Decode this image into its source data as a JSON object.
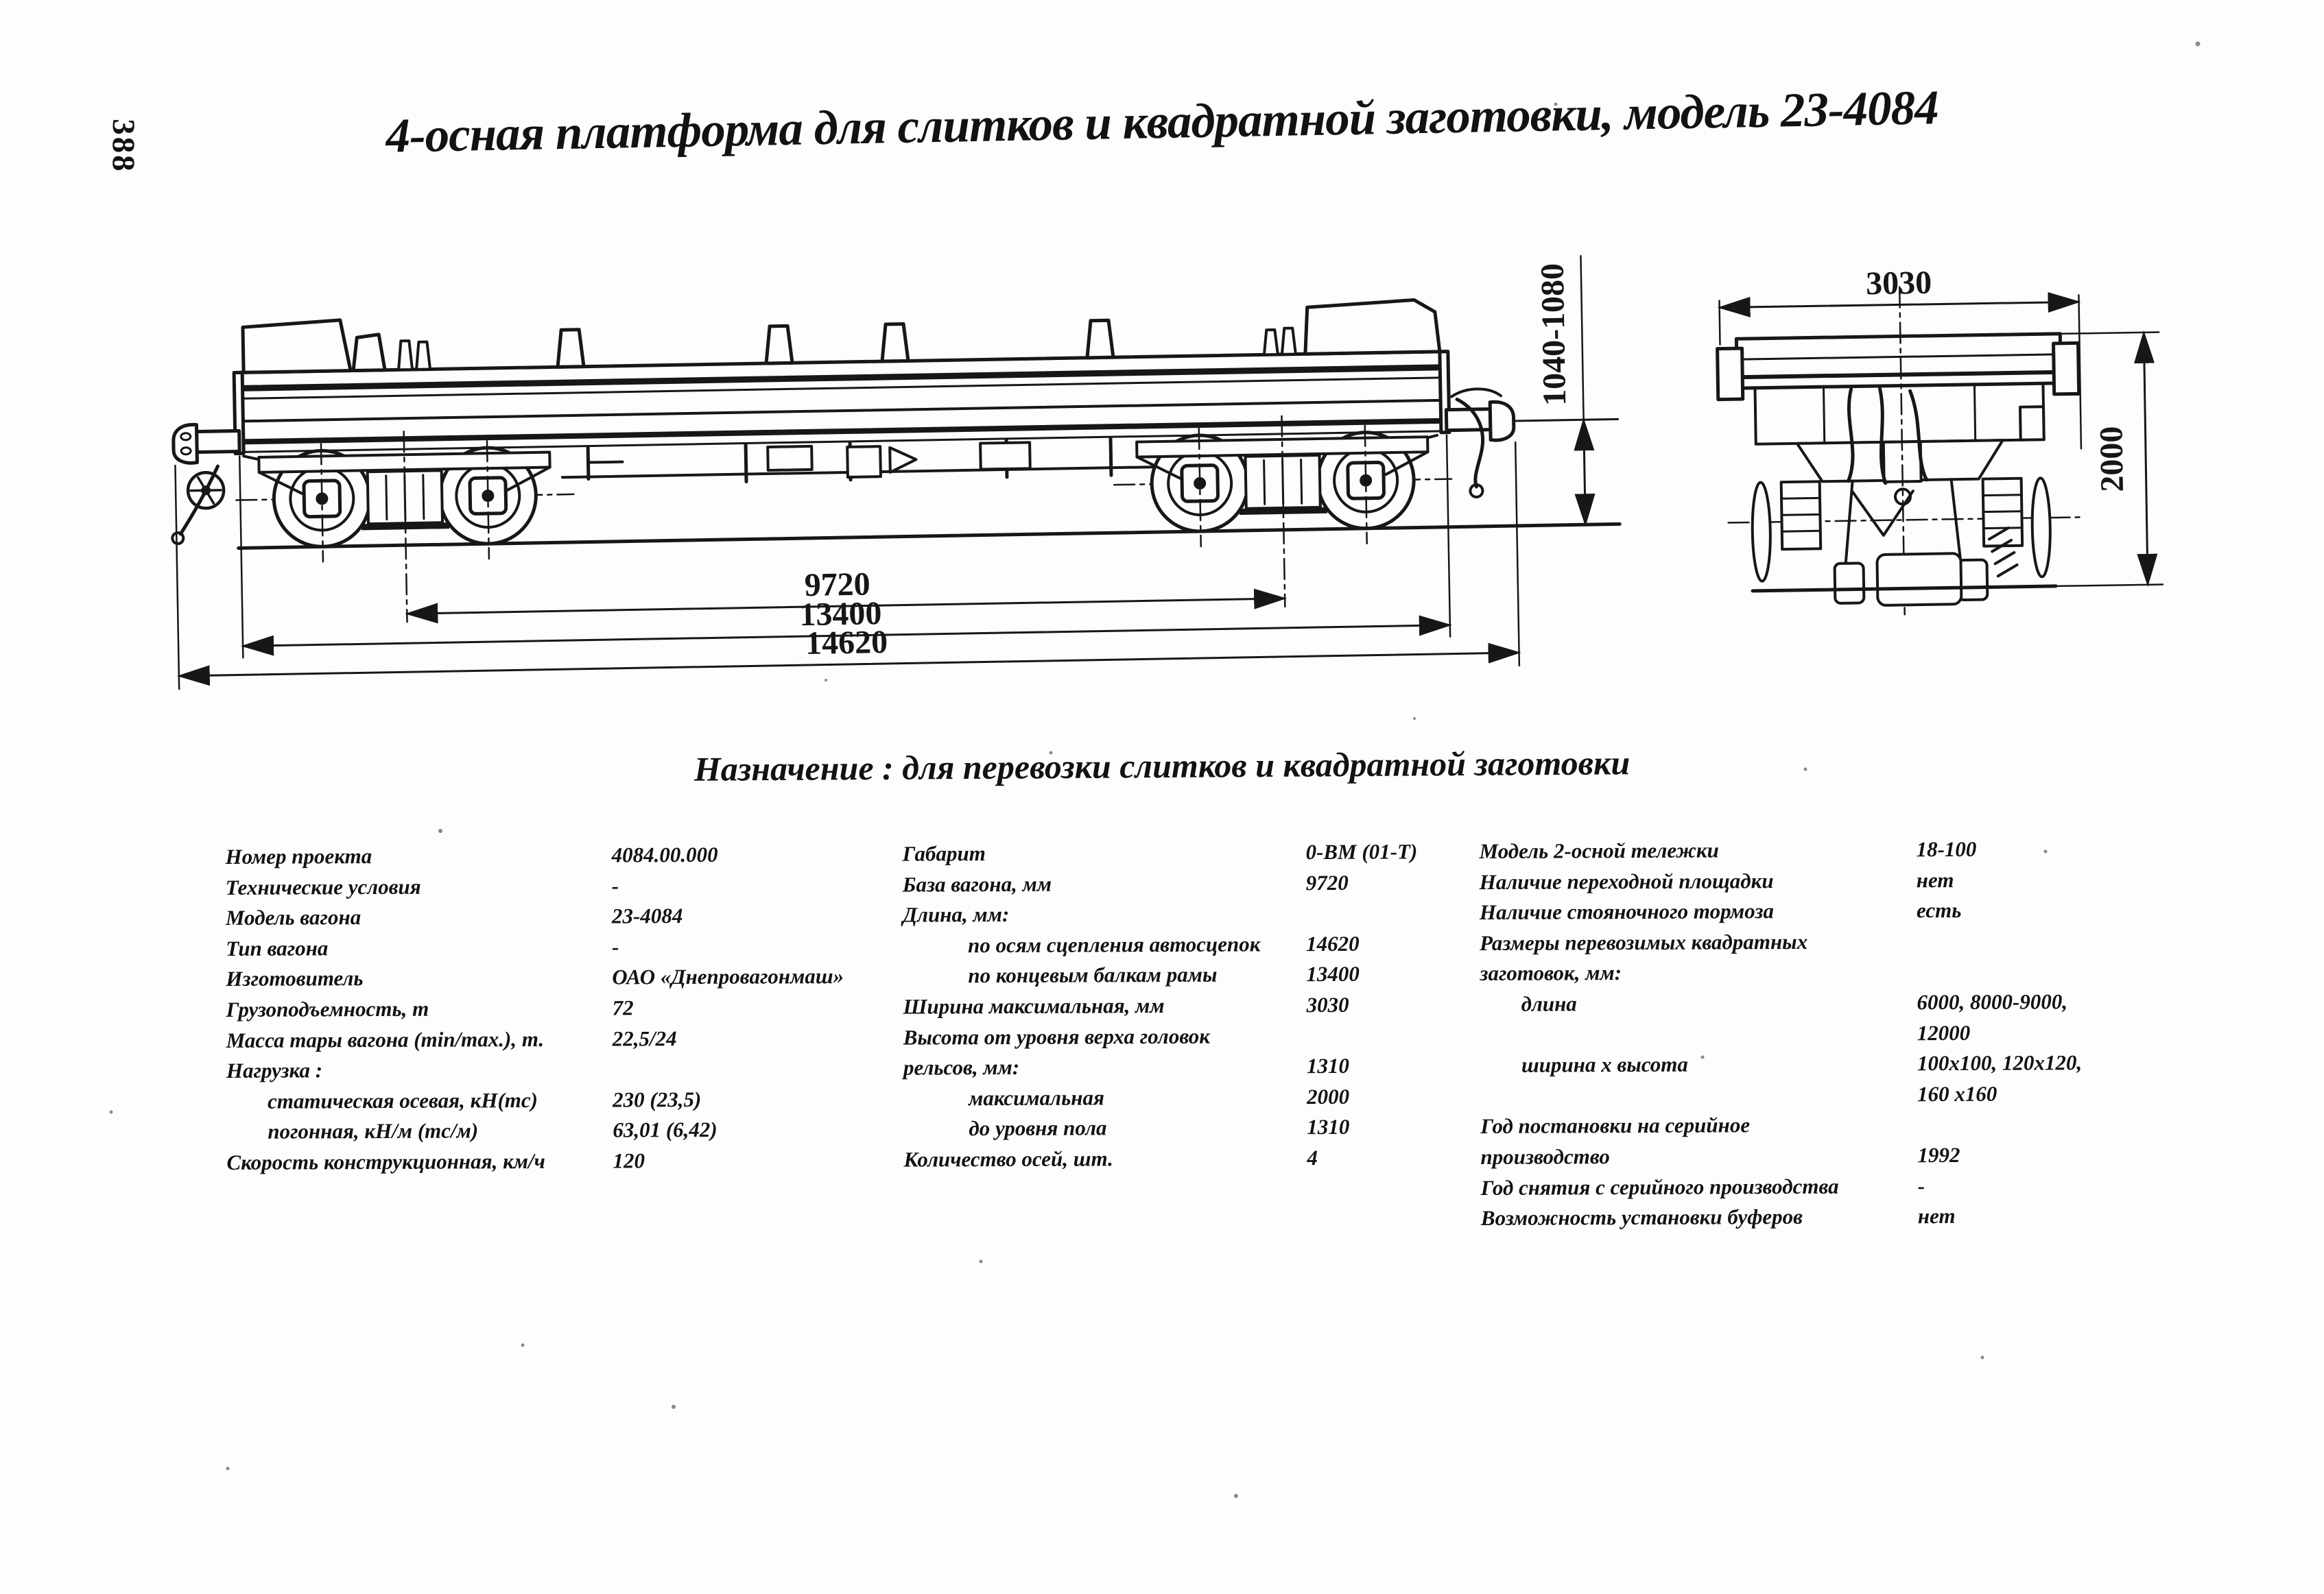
{
  "page_number": "388",
  "title": "4-осная платформа для слитков и квадратной заготовки, модель 23-4084",
  "purpose_line": "Назначение : для перевозки слитков и квадратной заготовки",
  "drawing": {
    "side_view_dims": {
      "bogie_base_mm": "9720",
      "frame_length_mm": "13400",
      "over_couplers_mm": "14620",
      "coupler_height_mm": "1040-1080"
    },
    "end_view_dims": {
      "max_width_mm": "3030",
      "height_mm": "2000"
    }
  },
  "specs": {
    "columns": [
      {
        "rows": [
          {
            "label": "Номер проекта",
            "value": "4084.00.000",
            "indent": 0
          },
          {
            "label": "Технические условия",
            "value": "-",
            "indent": 0
          },
          {
            "label": "Модель вагона",
            "value": "23-4084",
            "indent": 0
          },
          {
            "label": "Тип вагона",
            "value": "-",
            "indent": 0
          },
          {
            "label": "Изготовитель",
            "value": "ОАО «Днепровагонмаш»",
            "indent": 0
          },
          {
            "label": "Грузоподъемность, т",
            "value": "72",
            "indent": 0
          },
          {
            "label": "Масса тары вагона (min/max.), т.",
            "value": "22,5/24",
            "indent": 0
          },
          {
            "label": "Нагрузка :",
            "value": "",
            "indent": 0
          },
          {
            "label": "статическая осевая, кН(тс)",
            "value": "230 (23,5)",
            "indent": 1
          },
          {
            "label": "погонная, кН/м (тс/м)",
            "value": "63,01 (6,42)",
            "indent": 1
          },
          {
            "label": "Скорость конструкционная, км/ч",
            "value": "120",
            "indent": 0
          }
        ]
      },
      {
        "rows": [
          {
            "label": "Габарит",
            "value": "0-ВМ (01-Т)",
            "indent": 0
          },
          {
            "label": "База вагона, мм",
            "value": "9720",
            "indent": 0
          },
          {
            "label": "Длина, мм:",
            "value": "",
            "indent": 0
          },
          {
            "label": "по осям сцепления автосцепок",
            "value": "14620",
            "indent": 1
          },
          {
            "label": "по концевым балкам рамы",
            "value": "13400",
            "indent": 1
          },
          {
            "label": "Ширина максимальная, мм",
            "value": "3030",
            "indent": 0
          },
          {
            "label": "Высота от уровня верха головок",
            "value": "",
            "indent": 0
          },
          {
            "label": "рельсов, мм:",
            "value": "1310",
            "indent": 0
          },
          {
            "label": "максимальная",
            "value": "2000",
            "indent": 1
          },
          {
            "label": "до уровня пола",
            "value": "1310",
            "indent": 1
          },
          {
            "label": "Количество осей, шт.",
            "value": "4",
            "indent": 0
          }
        ]
      },
      {
        "rows": [
          {
            "label": "Модель 2-осной тележки",
            "value": "18-100",
            "indent": 0
          },
          {
            "label": "Наличие переходной площадки",
            "value": "нет",
            "indent": 0
          },
          {
            "label": "Наличие стояночного тормоза",
            "value": "есть",
            "indent": 0
          },
          {
            "label": "Размеры перевозимых квадратных",
            "value": "",
            "indent": 0
          },
          {
            "label": "заготовок, мм:",
            "value": "",
            "indent": 0
          },
          {
            "label": "длина",
            "value": "6000, 8000-9000,",
            "indent": 1
          },
          {
            "label": "",
            "value": "12000",
            "indent": 1
          },
          {
            "label": "ширина  х высота",
            "value": "100х100, 120х120,",
            "indent": 1
          },
          {
            "label": "",
            "value": "160 х160",
            "indent": 1
          },
          {
            "label": "Год постановки на серийное",
            "value": "",
            "indent": 0
          },
          {
            "label": "производство",
            "value": "1992",
            "indent": 0
          },
          {
            "label": "Год снятия с серийного производства",
            "value": "-",
            "indent": 0
          },
          {
            "label": "Возможность установки буферов",
            "value": "нет",
            "indent": 0
          }
        ]
      }
    ]
  }
}
